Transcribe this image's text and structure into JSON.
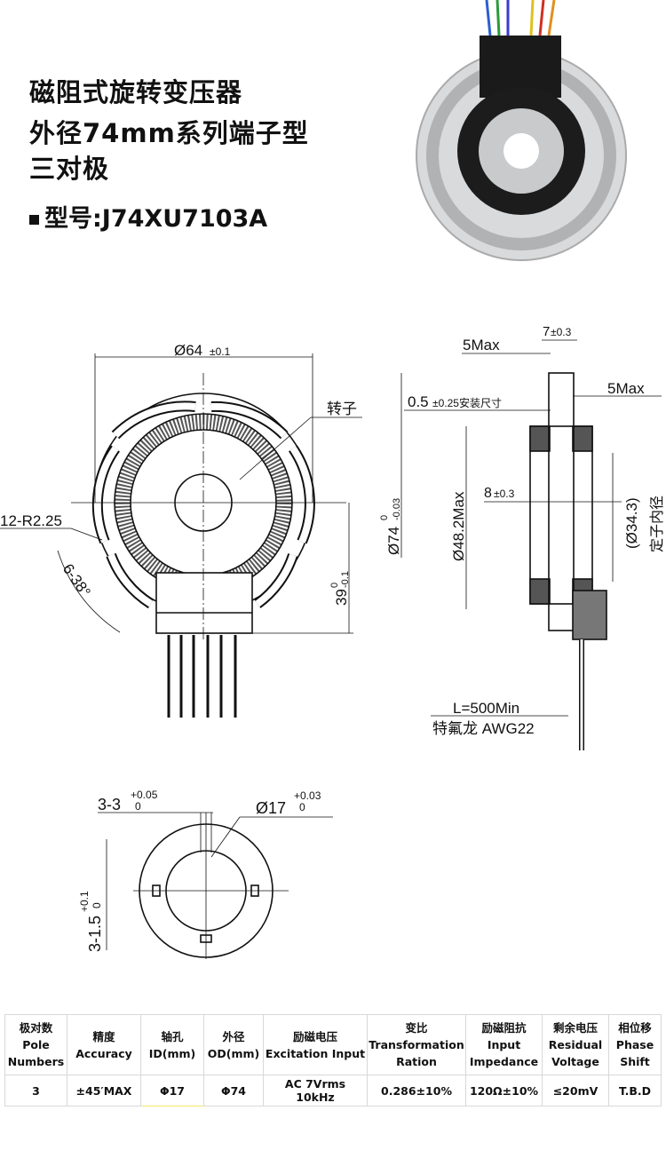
{
  "header": {
    "title_lines": [
      "磁阻式旋转变压器",
      "外径74mm系列端子型",
      "三对极"
    ],
    "model": "型号:J74XU7103A"
  },
  "front_view": {
    "od_dim": "Ø64",
    "od_tol": "±0.1",
    "rotor_label": "转子",
    "hole_label": "12-R2.25",
    "angle_label": "6-38°",
    "height_dim": "39",
    "height_tol_upper": "0",
    "height_tol_lower": "-0.1"
  },
  "side_view": {
    "width_dim": "7",
    "width_tol": "±0.3",
    "max_left": "5Max",
    "max_right": "5Max",
    "mount_dim": "0.5",
    "mount_tol": "±0.25安装尺寸",
    "outer_dia": "Ø74",
    "outer_tol_upper": "0",
    "outer_tol_lower": "-0.03",
    "max_dia": "Ø48.2Max",
    "inner_width": "8",
    "inner_width_tol": "±0.3",
    "stator_id": "(Ø34.3)",
    "stator_id_label": "定子内径",
    "lead_length": "L=500Min",
    "lead_type": "特氟龙 AWG22"
  },
  "rotor_view": {
    "key_dim": "3-3",
    "key_tol_upper": "+0.05",
    "key_tol_lower": "0",
    "bore_dim": "Ø17",
    "bore_tol_upper": "+0.03",
    "bore_tol_lower": "0",
    "slot_dim": "3-1.5",
    "slot_tol_upper": "+0.1",
    "slot_tol_lower": "0"
  },
  "spec_table": {
    "headers": [
      [
        "极对数",
        "Pole",
        "Numbers"
      ],
      [
        "精度",
        "Accuracy"
      ],
      [
        "轴孔",
        "ID(mm)"
      ],
      [
        "外径",
        "OD(mm)"
      ],
      [
        "励磁电压",
        "Excitation Input"
      ],
      [
        "变比",
        "Transformation",
        "Ration"
      ],
      [
        "励磁阻抗",
        "Input",
        "Impedance"
      ],
      [
        "剩余电压",
        "Residual",
        "Voltage"
      ],
      [
        "相位移",
        "Phase",
        "Shift"
      ]
    ],
    "row": [
      "3",
      "±45′MAX",
      "Φ17",
      "Φ74",
      "AC 7Vrms 10kHz",
      "0.286±10%",
      "120Ω±10%",
      "≤20mV",
      "T.B.D"
    ]
  }
}
